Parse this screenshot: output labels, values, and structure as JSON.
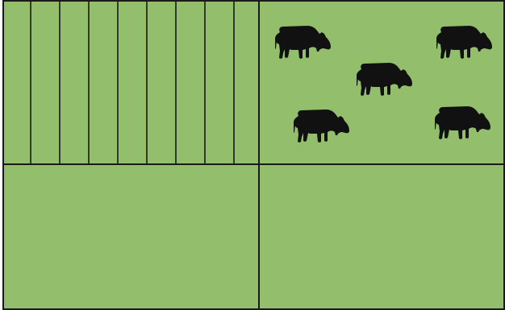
{
  "colors": {
    "field": "#93bf6c",
    "line": "#1a1a1a",
    "cow": "#111111"
  },
  "field": {
    "quadrants": [
      "top-left",
      "top-right",
      "bottom-left",
      "bottom-right"
    ],
    "top_left_strip_count": 9,
    "top_right_cow_count": 5
  },
  "icons": {
    "cow": "cow-icon"
  }
}
